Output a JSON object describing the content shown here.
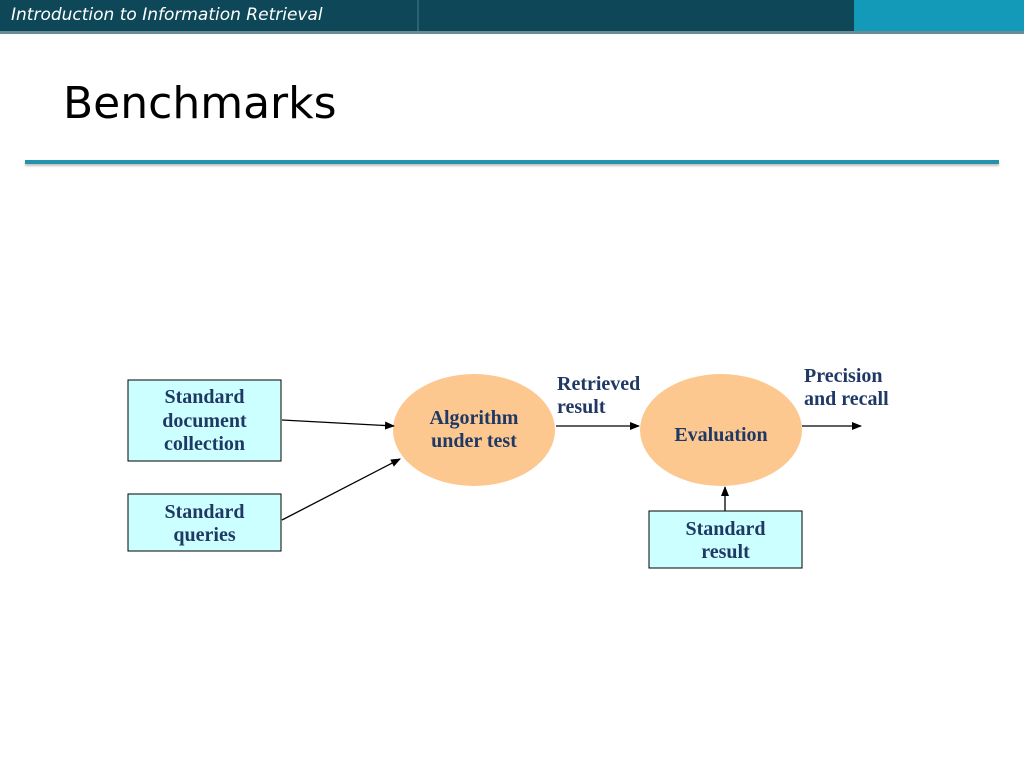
{
  "header": {
    "course_title": "Introduction to Information Retrieval"
  },
  "slide": {
    "title": "Benchmarks"
  },
  "diagram": {
    "nodes": {
      "doc_collection": [
        "Standard",
        "document",
        "collection"
      ],
      "queries": [
        "Standard",
        "queries"
      ],
      "algorithm": [
        "Algorithm",
        "under test"
      ],
      "evaluation": [
        "Evaluation"
      ],
      "standard_result": [
        "Standard",
        "result"
      ]
    },
    "labels": {
      "retrieved_result": [
        "Retrieved",
        "result"
      ],
      "precision_recall": [
        "Precision",
        "and recall"
      ]
    },
    "colors": {
      "box_fill": "#ccffff",
      "ellipse_fill": "#fcc890",
      "text": "#1f3864",
      "header": "#0e4858",
      "accent": "#139ab8",
      "rule": "#2592ad"
    }
  }
}
